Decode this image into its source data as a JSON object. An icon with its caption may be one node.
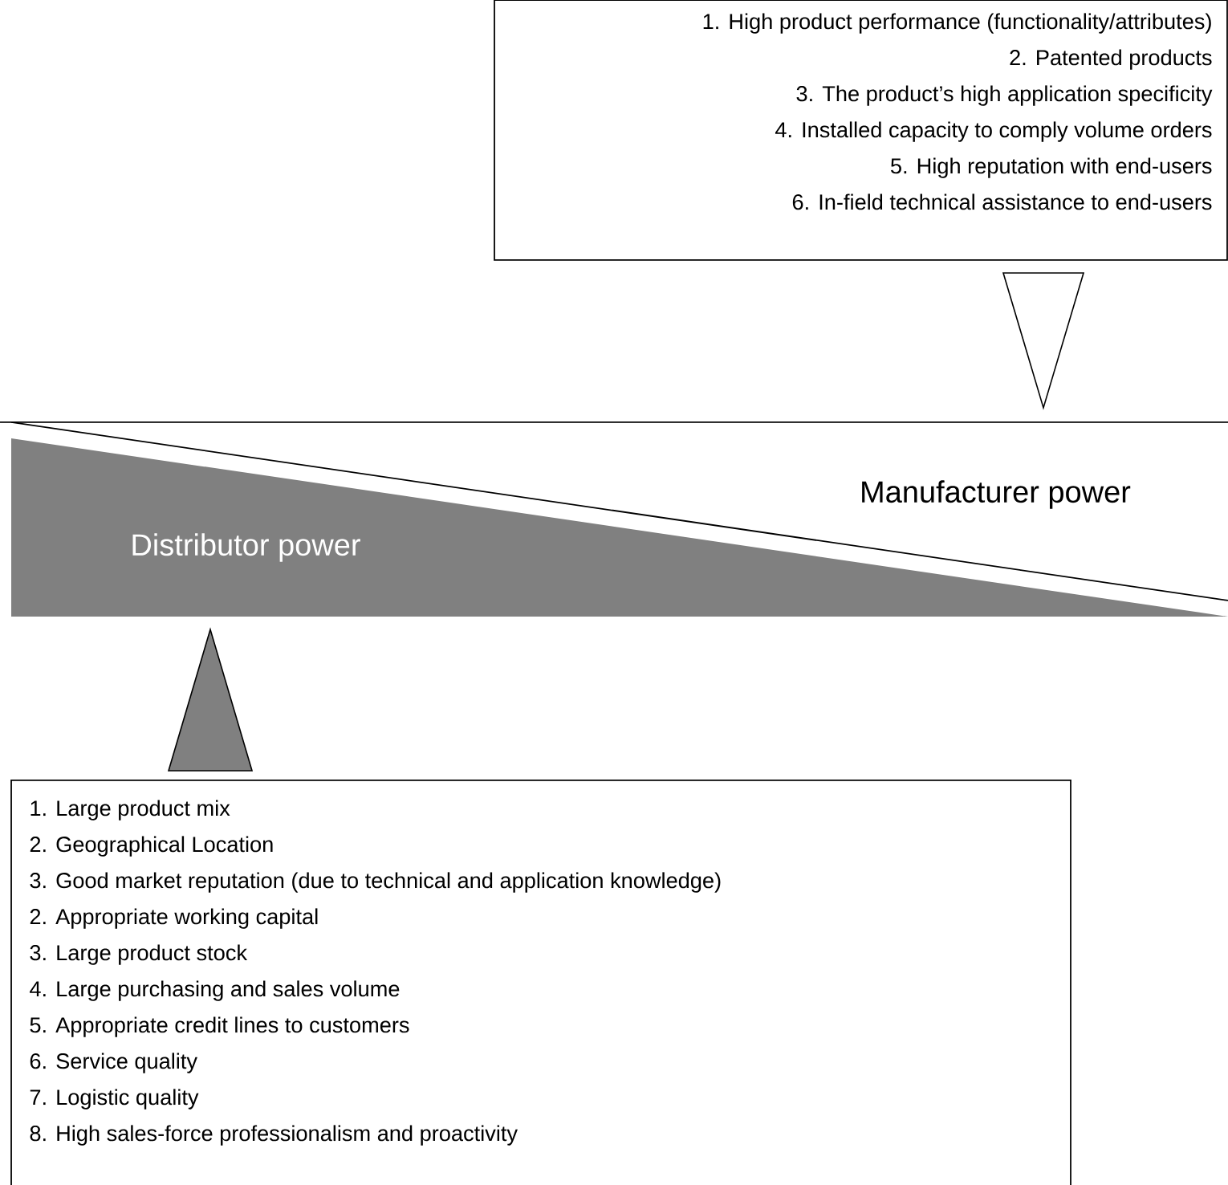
{
  "diagram": {
    "nodes": [
      {
        "text": [
          "1. High product performance (functionality/attributes)",
          "2. Patented products",
          "3. The product’s high application specificity",
          "4. Installed capacity to comply volume orders",
          "5. High reputation with end-users",
          "6. In-field technical assistance to end-users"
        ]
      },
      {
        "text": [
          "Manufacturer power"
        ]
      },
      {
        "text": [
          "Distributor power"
        ]
      },
      {
        "text": [
          "1. Large product mix",
          "2. Geographical Location",
          "3. Good market reputation (due to technical and application knowledge)",
          "2. Appropriate working capital",
          "3. Large product stock",
          "4. Large purchasing and sales volume",
          "5. Appropriate credit lines to customers",
          "6. Service quality",
          "7. Logistic quality",
          "8. High sales-force professionalism and proactivity"
        ]
      }
    ],
    "edges": [
      {
        "from": 0,
        "to": 1,
        "arrow": "to"
      },
      {
        "from": 3,
        "to": 2,
        "arrow": "to"
      }
    ]
  }
}
